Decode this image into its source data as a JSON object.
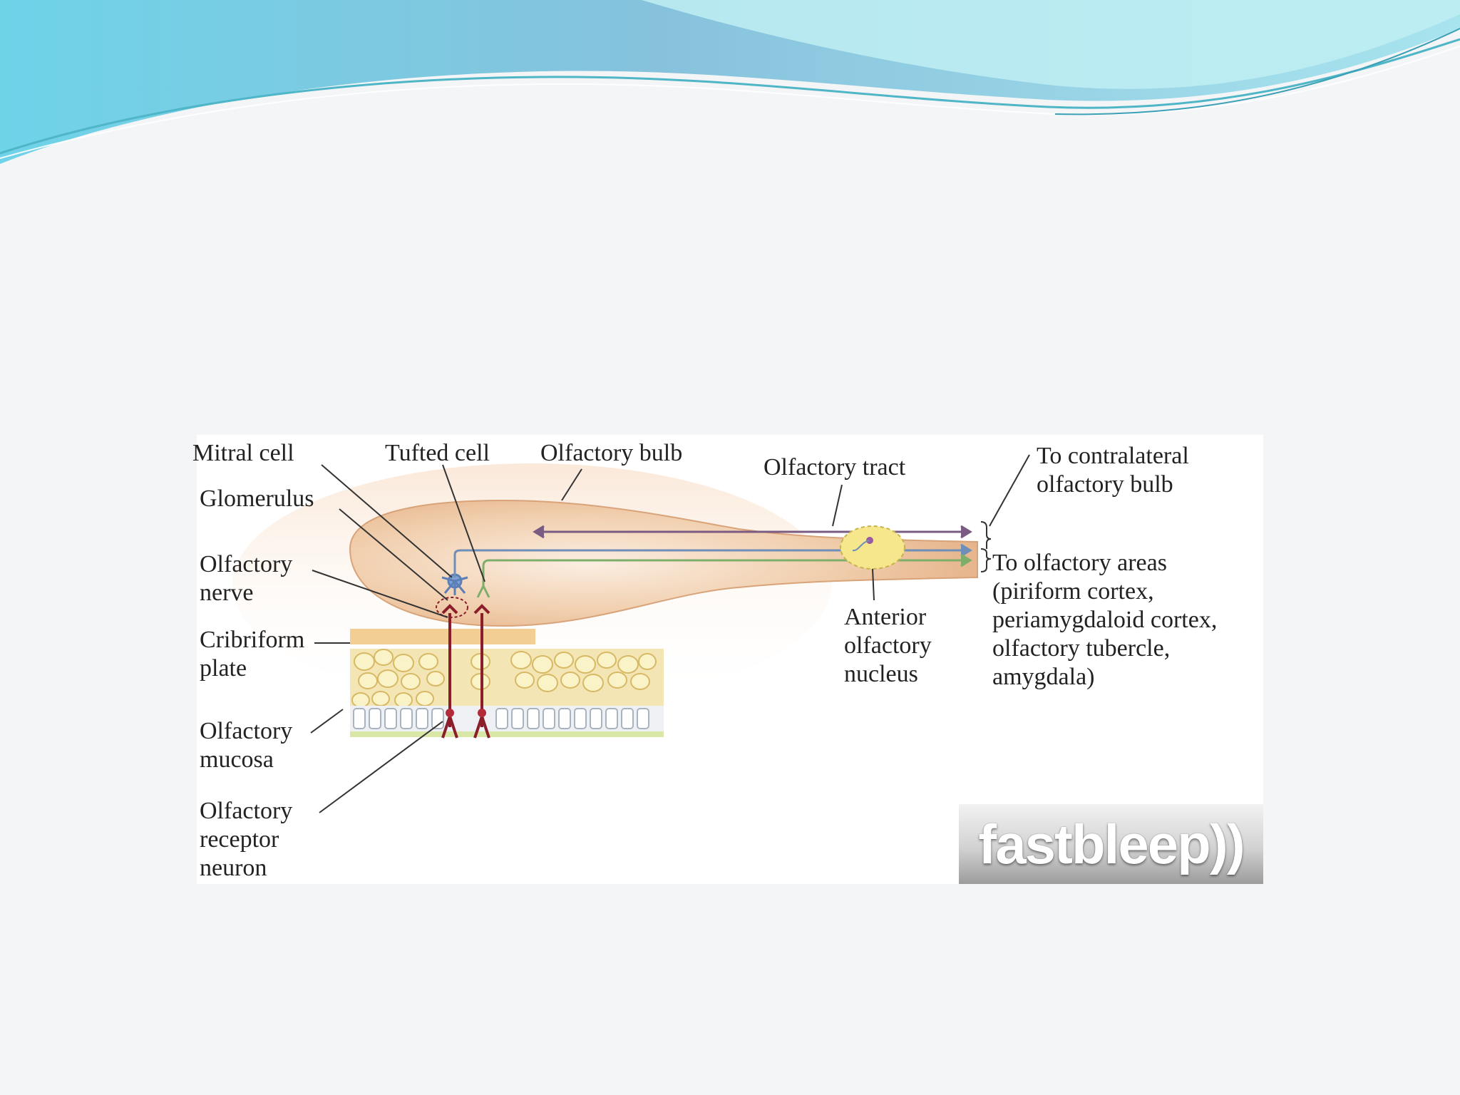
{
  "diagram": {
    "labels": {
      "mitral_cell": [
        "Mitral cell"
      ],
      "tufted_cell": [
        "Tufted cell"
      ],
      "olfactory_bulb": [
        "Olfactory bulb"
      ],
      "olfactory_tract": [
        "Olfactory tract"
      ],
      "to_contralateral": [
        "To contralateral",
        "olfactory bulb"
      ],
      "glomerulus": [
        "Glomerulus"
      ],
      "olfactory_nerve": [
        "Olfactory",
        "nerve"
      ],
      "cribriform_plate": [
        "Cribriform",
        "plate"
      ],
      "olfactory_mucosa": [
        "Olfactory",
        "mucosa"
      ],
      "olfactory_receptor_neuron": [
        "Olfactory",
        "receptor",
        "neuron"
      ],
      "anterior_olfactory_nucleus": [
        "Anterior",
        "olfactory",
        "nucleus"
      ],
      "to_olfactory_areas": [
        "To olfactory areas",
        "(piriform cortex,",
        "periamygdaloid cortex,",
        "olfactory tubercle,",
        "amygdala)"
      ]
    },
    "pathway_colors": {
      "contralateral": "#7a5b82",
      "mitral_projection": "#6f8fb8",
      "tufted_projection": "#7fae6a",
      "receptor_neuron": "#8a1e2a",
      "bulb_fill": "#e8b88e",
      "nucleus_fill": "#f6e68c"
    }
  },
  "logo": {
    "text": "fastbleep))"
  },
  "theme": {
    "wave_colors": [
      "#5fd0e8",
      "#8ec6dc",
      "#aee6ec"
    ]
  }
}
